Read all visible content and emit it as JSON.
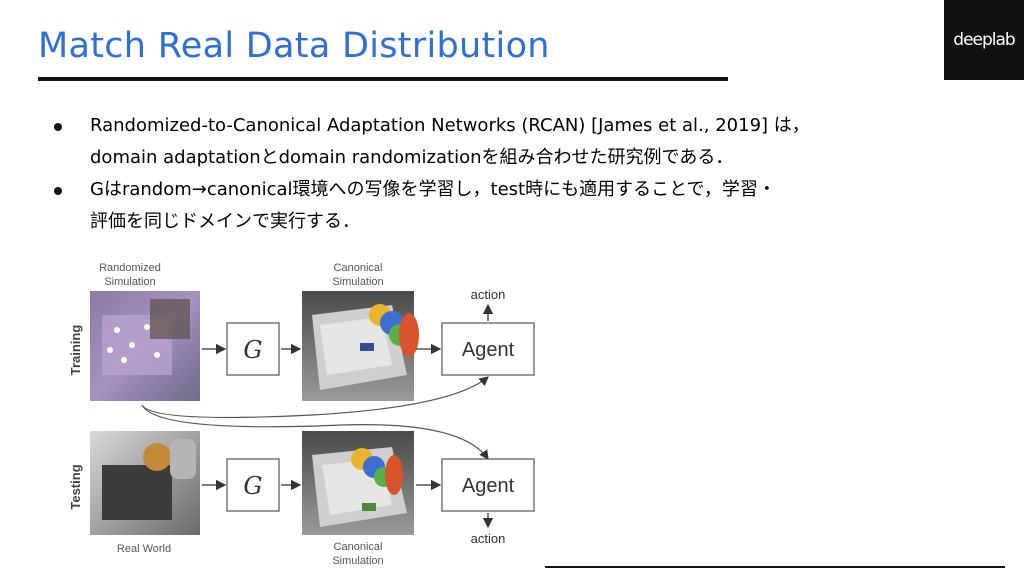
{
  "title": "Match Real Data Distribution",
  "logo": "deeplab",
  "bullets": [
    {
      "lines": [
        "Randomized-to-Canonical Adaptation Networks (RCAN) [James et al., 2019] は，",
        "domain adaptationとdomain randomizationを組み合わせた研究例である．"
      ]
    },
    {
      "lines": [
        "Gはrandom→canonical環境への写像を学習し，test時にも適用することで，学習・",
        "評価を同じドメインで実行する．"
      ]
    }
  ],
  "figure": {
    "row_labels": {
      "training": "Training",
      "testing": "Testing"
    },
    "captions": {
      "randomized_sim": [
        "Randomized",
        "Simulation"
      ],
      "canonical_sim_top": [
        "Canonical",
        "Simulation"
      ],
      "real_world": "Real World",
      "canonical_sim_bottom": [
        "Canonical",
        "Simulation"
      ]
    },
    "generator_label": "G",
    "agent_label": "Agent",
    "action_label": "action"
  }
}
